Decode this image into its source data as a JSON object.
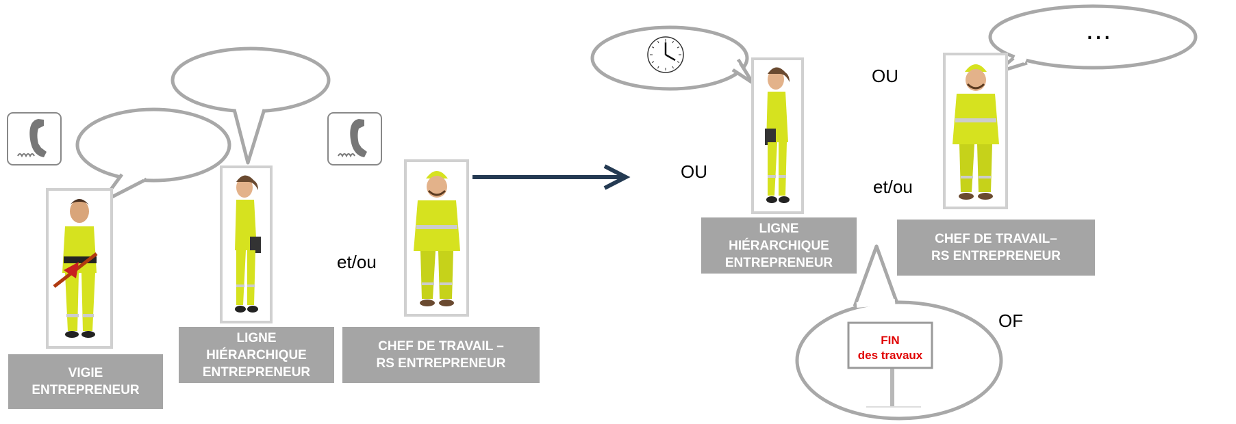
{
  "left": {
    "vigie": {
      "line1": "VIGIE",
      "line2": "ENTREPRENEUR"
    },
    "ligne": {
      "line1": "LIGNE",
      "line2": "HIÉRARCHIQUE",
      "line3": "ENTREPRENEUR"
    },
    "chef": {
      "line1": "CHEF DE TRAVAIL –",
      "line2": "RS ENTREPRENEUR"
    },
    "etou": "et/ou"
  },
  "right": {
    "ligne": {
      "line1": "LIGNE",
      "line2": "HIÉRARCHIQUE",
      "line3": "ENTREPRENEUR"
    },
    "chef": {
      "line1": "CHEF DE TRAVAIL–",
      "line2": "RS ENTREPRENEUR"
    },
    "ou_left": "OU",
    "ou_top": "OU",
    "etou": "et/ou",
    "of": "OF",
    "ellipsis": "…",
    "sign": {
      "line1": "FIN",
      "line2": "des travaux"
    }
  },
  "colors": {
    "label_bg": "#a5a5a5",
    "arrow": "#243a52",
    "vest": "#d6e21f",
    "sign_text": "#e00000",
    "bubble": "#a8a8a8"
  },
  "icons": [
    "phone-icon",
    "phone-icon",
    "clock-icon",
    "arrow-right-icon"
  ]
}
